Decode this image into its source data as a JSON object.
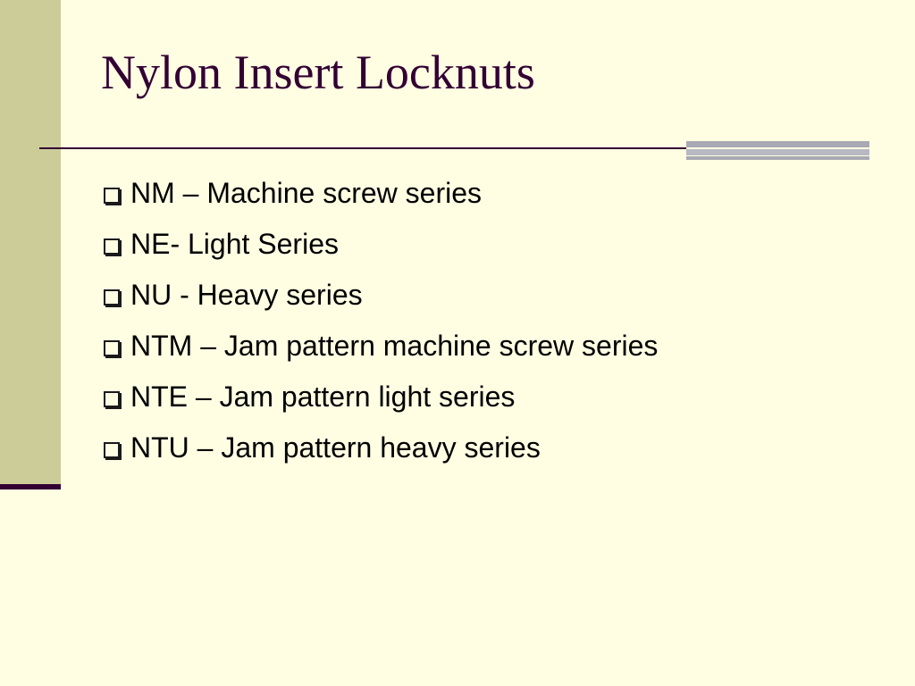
{
  "slide": {
    "title": "Nylon Insert Locknuts",
    "bullets": [
      "NM – Machine screw series",
      "NE- Light Series",
      "NU - Heavy series",
      "NTM – Jam pattern machine screw series",
      "NTE – Jam pattern light series",
      "NTU – Jam pattern heavy series"
    ],
    "bullet_icon": "hollow-square-icon"
  },
  "theme": {
    "background": "#FFFEE3",
    "band_color": "#CCCC99",
    "title_color": "#330033",
    "rule_color": "#330033",
    "accent_gray": "#A9A9B5",
    "text_color": "#000000"
  }
}
